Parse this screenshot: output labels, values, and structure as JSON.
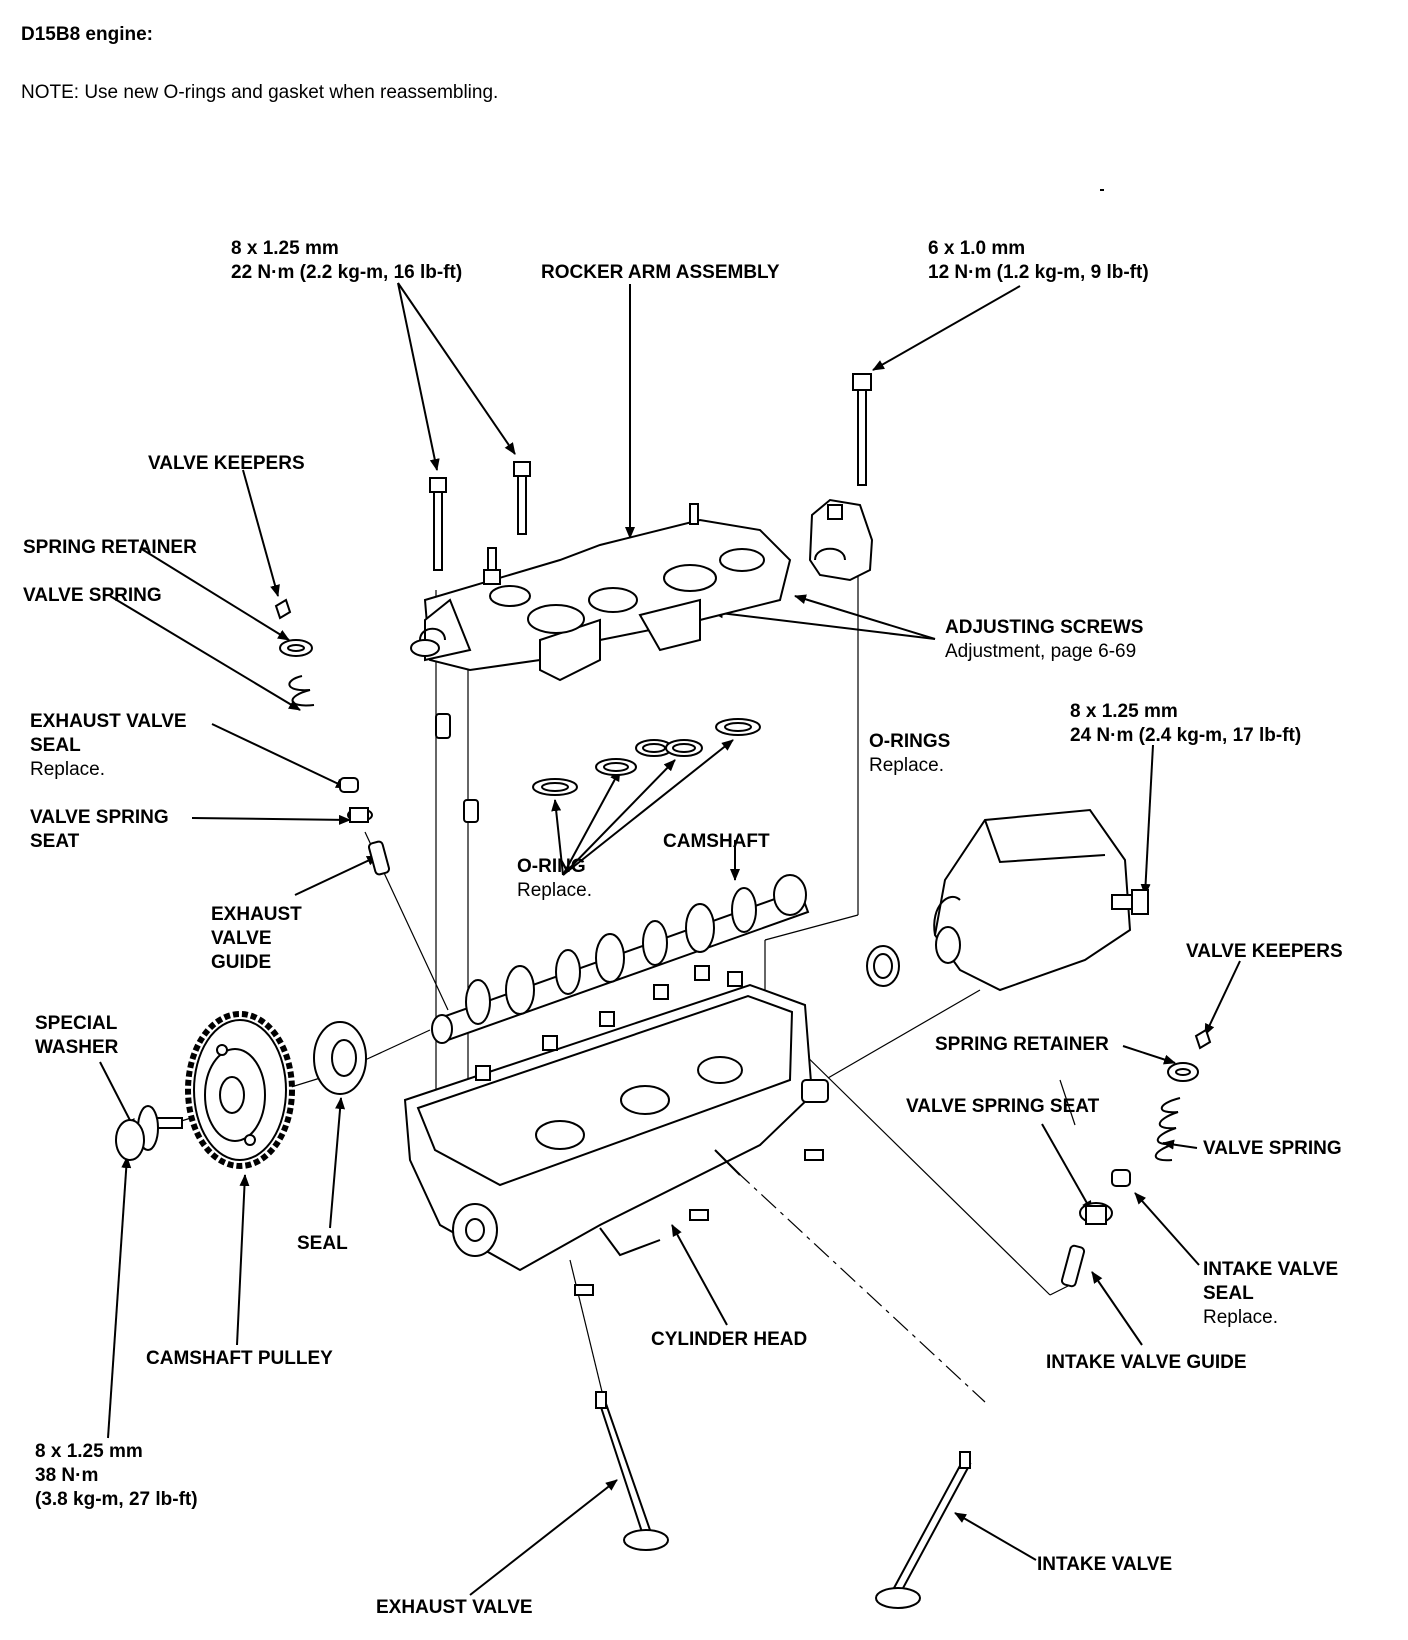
{
  "header": {
    "title": "D15B8 engine:",
    "note": "NOTE:  Use new O-rings and gasket when reassembling."
  },
  "labels": {
    "bolt_rocker_spec": [
      "8 x 1.25 mm",
      "22 N·m (2.2 kg-m, 16 lb-ft)"
    ],
    "rocker_arm_assembly": [
      "ROCKER ARM ASSEMBLY"
    ],
    "bolt_cap_spec": [
      "6 x 1.0 mm",
      "12 N·m (1.2 kg-m, 9 lb-ft)"
    ],
    "valve_keepers_left": [
      "VALVE KEEPERS"
    ],
    "spring_retainer_left": [
      "SPRING RETAINER"
    ],
    "valve_spring_left": [
      "VALVE SPRING"
    ],
    "exhaust_valve_seal": [
      "EXHAUST VALVE",
      "SEAL",
      "Replace."
    ],
    "valve_spring_seat_left": [
      "VALVE SPRING",
      "SEAT"
    ],
    "exhaust_valve_guide": [
      "EXHAUST",
      "VALVE",
      "GUIDE"
    ],
    "adjusting_screws": [
      "ADJUSTING SCREWS",
      "Adjustment, page 6-69"
    ],
    "o_rings": [
      "O-RINGS",
      "Replace."
    ],
    "distributor_bolt_spec": [
      "8 x 1.25 mm",
      "24 N·m (2.4 kg-m, 17 lb-ft)"
    ],
    "o_ring": [
      "O-RING",
      "Replace."
    ],
    "camshaft": [
      "CAMSHAFT"
    ],
    "valve_keepers_right": [
      "VALVE KEEPERS"
    ],
    "special_washer": [
      "SPECIAL",
      "WASHER"
    ],
    "spring_retainer_right": [
      "SPRING RETAINER"
    ],
    "valve_spring_seat_right": [
      "VALVE SPRING SEAT"
    ],
    "valve_spring_right": [
      "VALVE SPRING"
    ],
    "seal": [
      "SEAL"
    ],
    "intake_valve_seal": [
      "INTAKE VALVE",
      "SEAL",
      "Replace."
    ],
    "camshaft_pulley": [
      "CAMSHAFT PULLEY"
    ],
    "cylinder_head": [
      "CYLINDER HEAD"
    ],
    "intake_valve_guide": [
      "INTAKE VALVE GUIDE"
    ],
    "pulley_bolt_spec": [
      "8 x 1.25 mm",
      "38 N·m",
      "(3.8 kg-m, 27 lb-ft)"
    ],
    "intake_valve": [
      "INTAKE VALVE"
    ],
    "exhaust_valve": [
      "EXHAUST VALVE"
    ]
  }
}
